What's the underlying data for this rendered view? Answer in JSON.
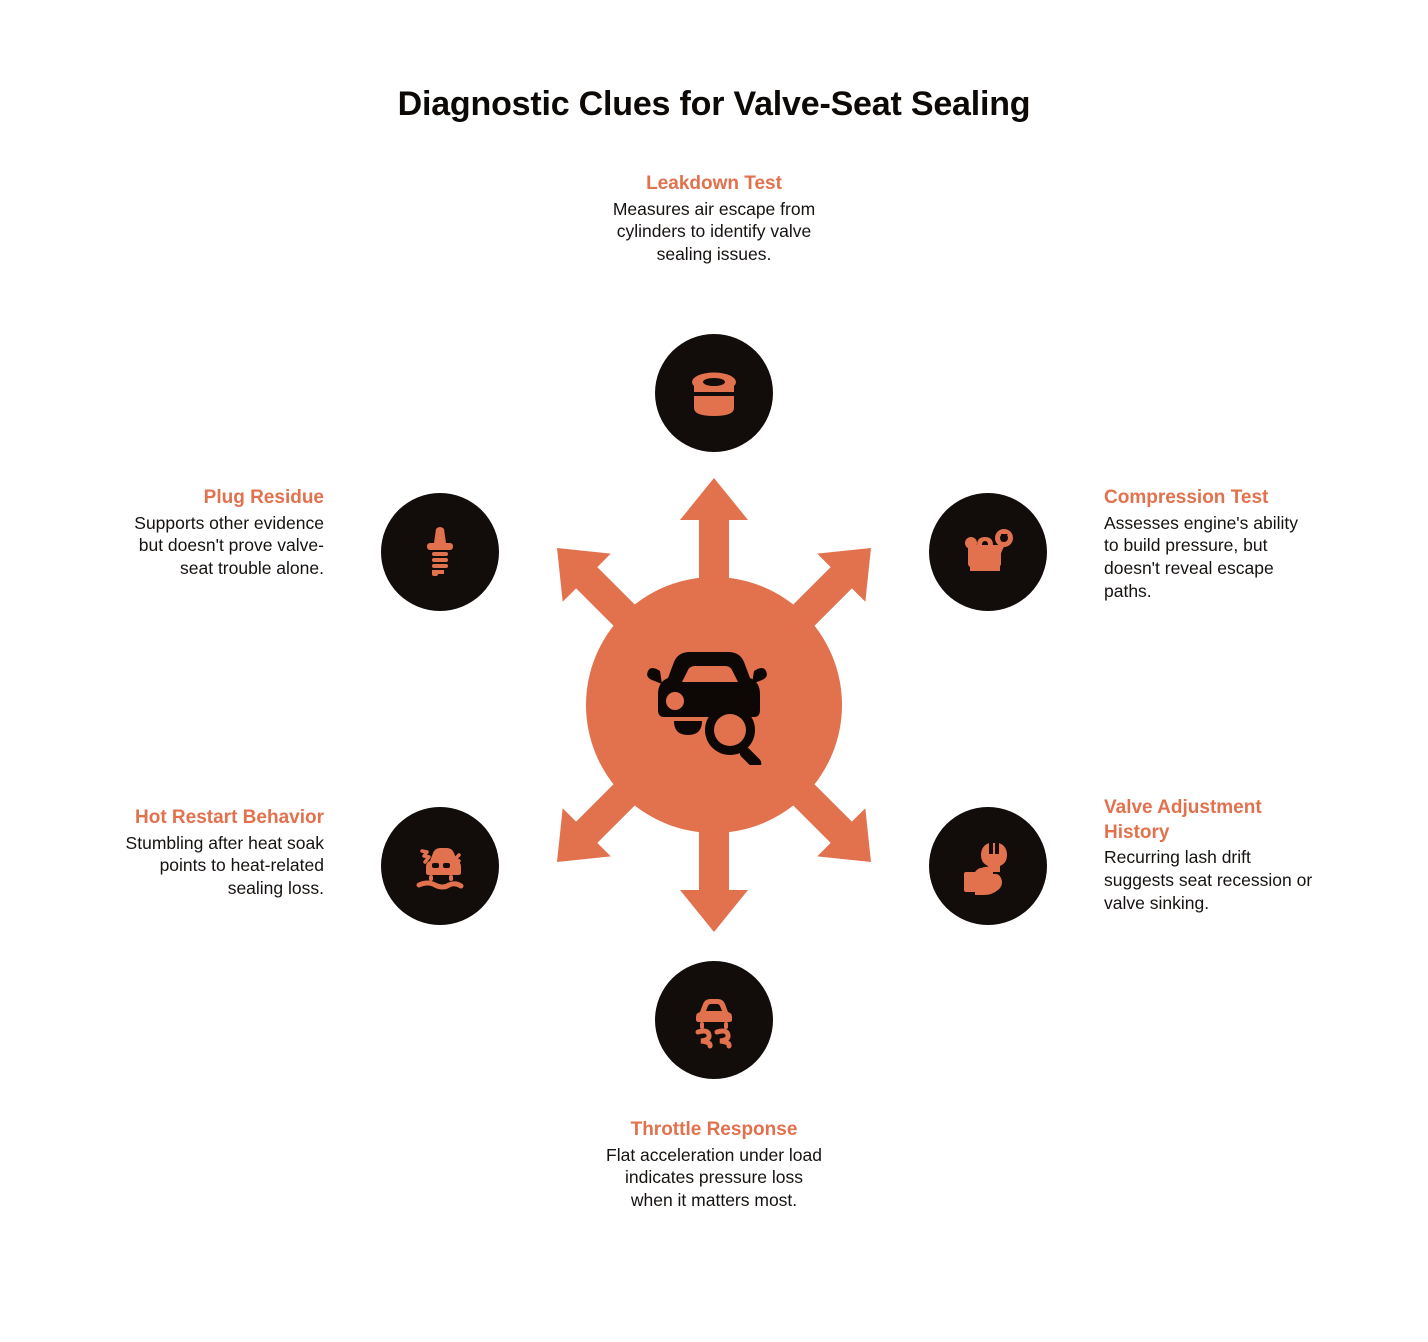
{
  "title": "Diagnostic Clues for Valve-Seat Sealing",
  "colors": {
    "accent": "#e2714d",
    "node_bg": "#120c0a",
    "text": "#161210",
    "background": "#ffffff"
  },
  "center": {
    "icon": "car-inspection-icon",
    "icon_label": "car with magnifying glass"
  },
  "nodes": [
    {
      "id": "leakdown-test",
      "heading": "Leakdown Test",
      "body": "Measures air escape from cylinders to identify valve sealing issues.",
      "icon": "cylinder-icon",
      "position": "top"
    },
    {
      "id": "compression-test",
      "heading": "Compression Test",
      "body": "Assesses engine's ability to build pressure, but doesn't reveal escape paths.",
      "icon": "pressure-gauge-icon",
      "position": "top-right"
    },
    {
      "id": "valve-adjustment-history",
      "heading": "Valve Adjustment History",
      "body": "Recurring lash drift suggests seat recession or valve sinking.",
      "icon": "hand-wrench-icon",
      "position": "bottom-right"
    },
    {
      "id": "throttle-response",
      "heading": "Throttle Response",
      "body": "Flat acceleration under load indicates pressure loss when it matters most.",
      "icon": "car-traction-icon",
      "position": "bottom"
    },
    {
      "id": "hot-restart-behavior",
      "heading": "Hot Restart Behavior",
      "body": "Stumbling after heat soak points to heat-related sealing loss.",
      "icon": "car-shaking-icon",
      "position": "bottom-left"
    },
    {
      "id": "plug-residue",
      "heading": "Plug Residue",
      "body": "Supports other evidence but doesn't prove valve-seat trouble alone.",
      "icon": "spark-plug-icon",
      "position": "top-left"
    }
  ],
  "arrows": {
    "count": 6,
    "directions": [
      "up",
      "down",
      "up-left",
      "up-right",
      "down-left",
      "down-right"
    ]
  }
}
